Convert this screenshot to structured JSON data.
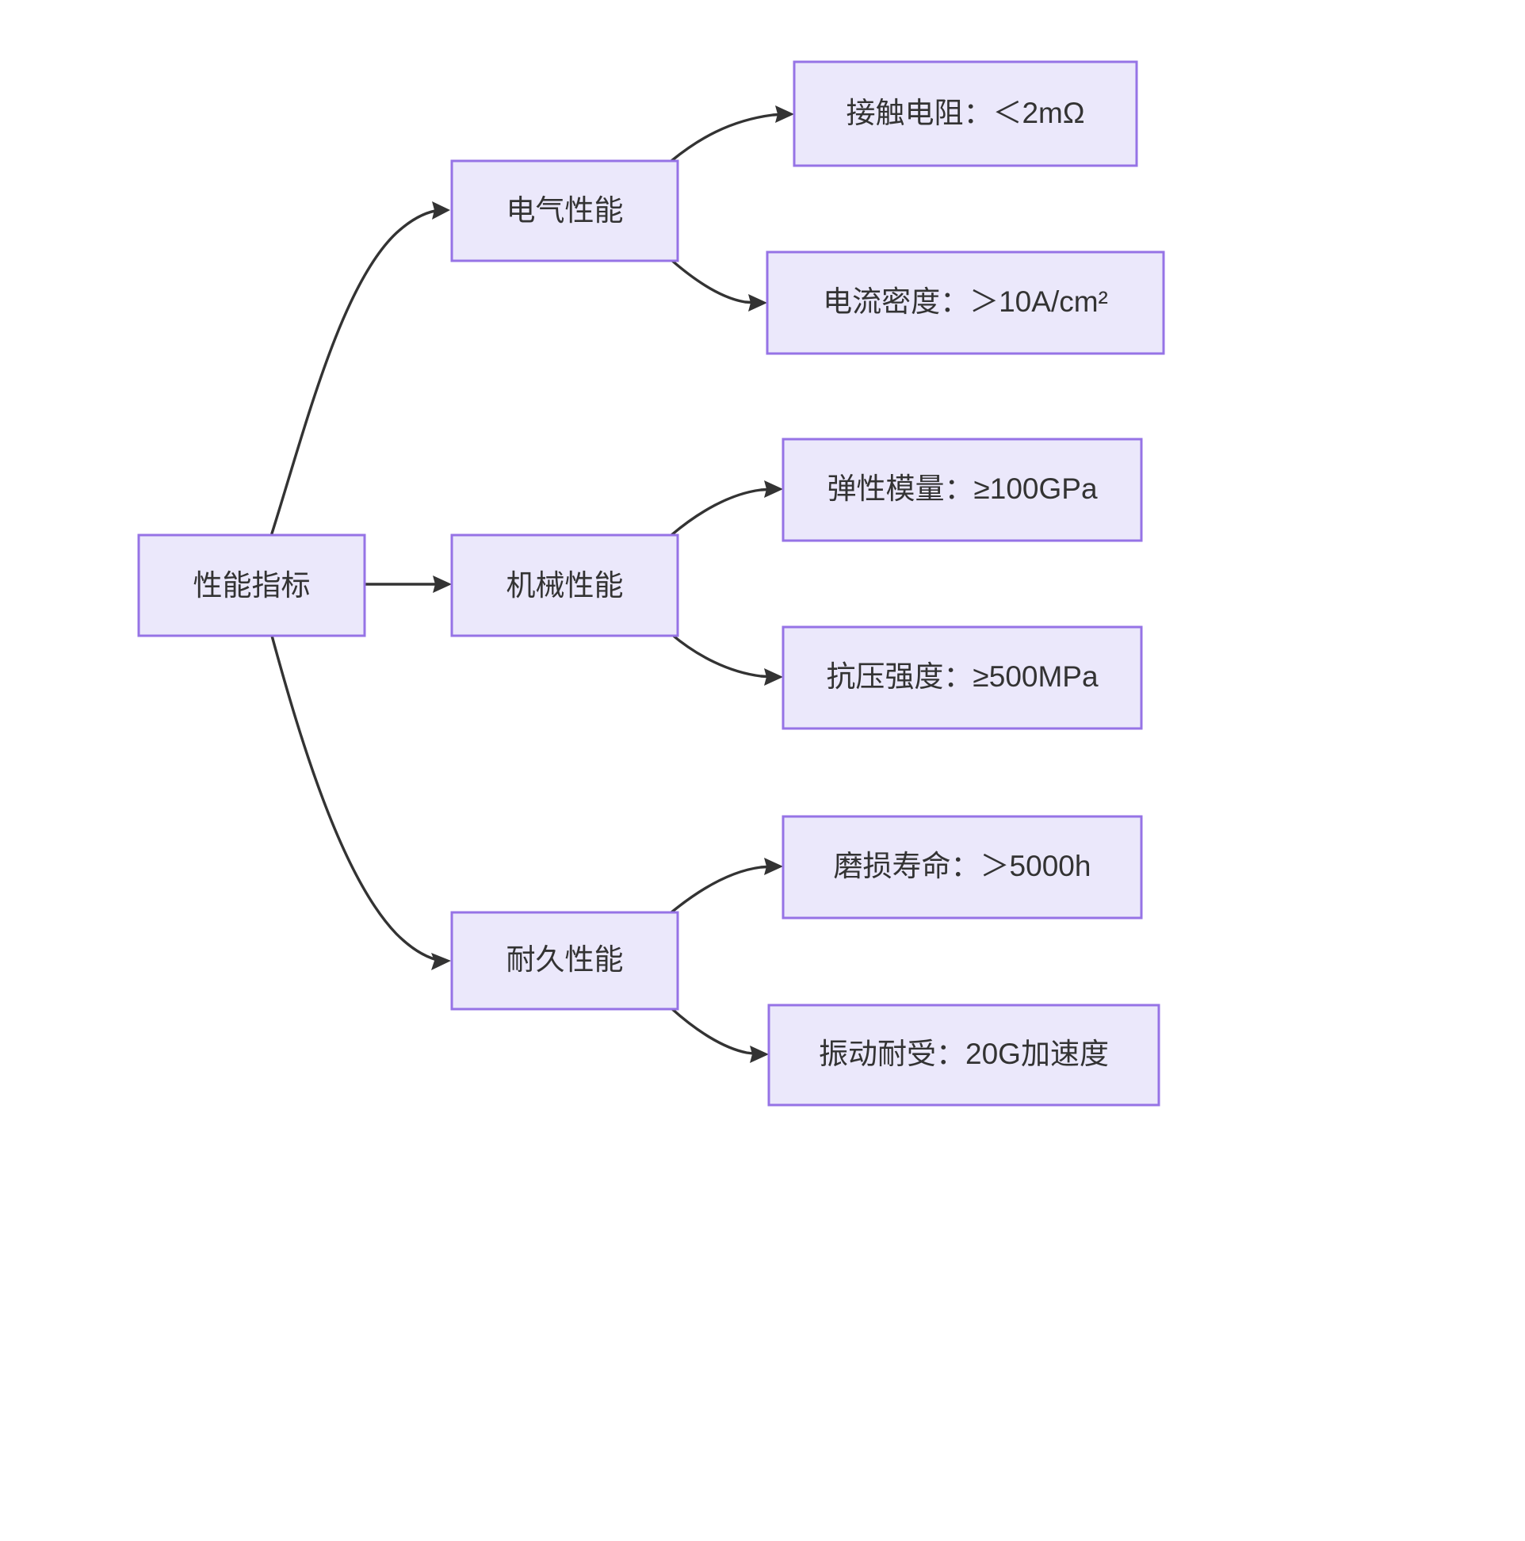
{
  "diagram": {
    "type": "flowchart",
    "direction": "left-to-right",
    "background_color": "#ffffff",
    "node_fill_color": "#ebe8fb",
    "node_border_color": "#9673e6",
    "edge_color": "#333333",
    "text_color": "#333333",
    "root": {
      "id": "root",
      "label": "性能指标"
    },
    "branches": [
      {
        "id": "electrical",
        "label": "电气性能",
        "leaves": [
          {
            "id": "contact-resistance",
            "label": "接触电阻：＜2mΩ"
          },
          {
            "id": "current-density",
            "label": "电流密度：＞10A/cm²"
          }
        ]
      },
      {
        "id": "mechanical",
        "label": "机械性能",
        "leaves": [
          {
            "id": "elastic-modulus",
            "label": "弹性模量：≥100GPa"
          },
          {
            "id": "compressive-strength",
            "label": "抗压强度：≥500MPa"
          }
        ]
      },
      {
        "id": "durability",
        "label": "耐久性能",
        "leaves": [
          {
            "id": "wear-life",
            "label": "磨损寿命：＞5000h"
          },
          {
            "id": "vibration-tolerance",
            "label": "振动耐受：20G加速度"
          }
        ]
      }
    ]
  }
}
